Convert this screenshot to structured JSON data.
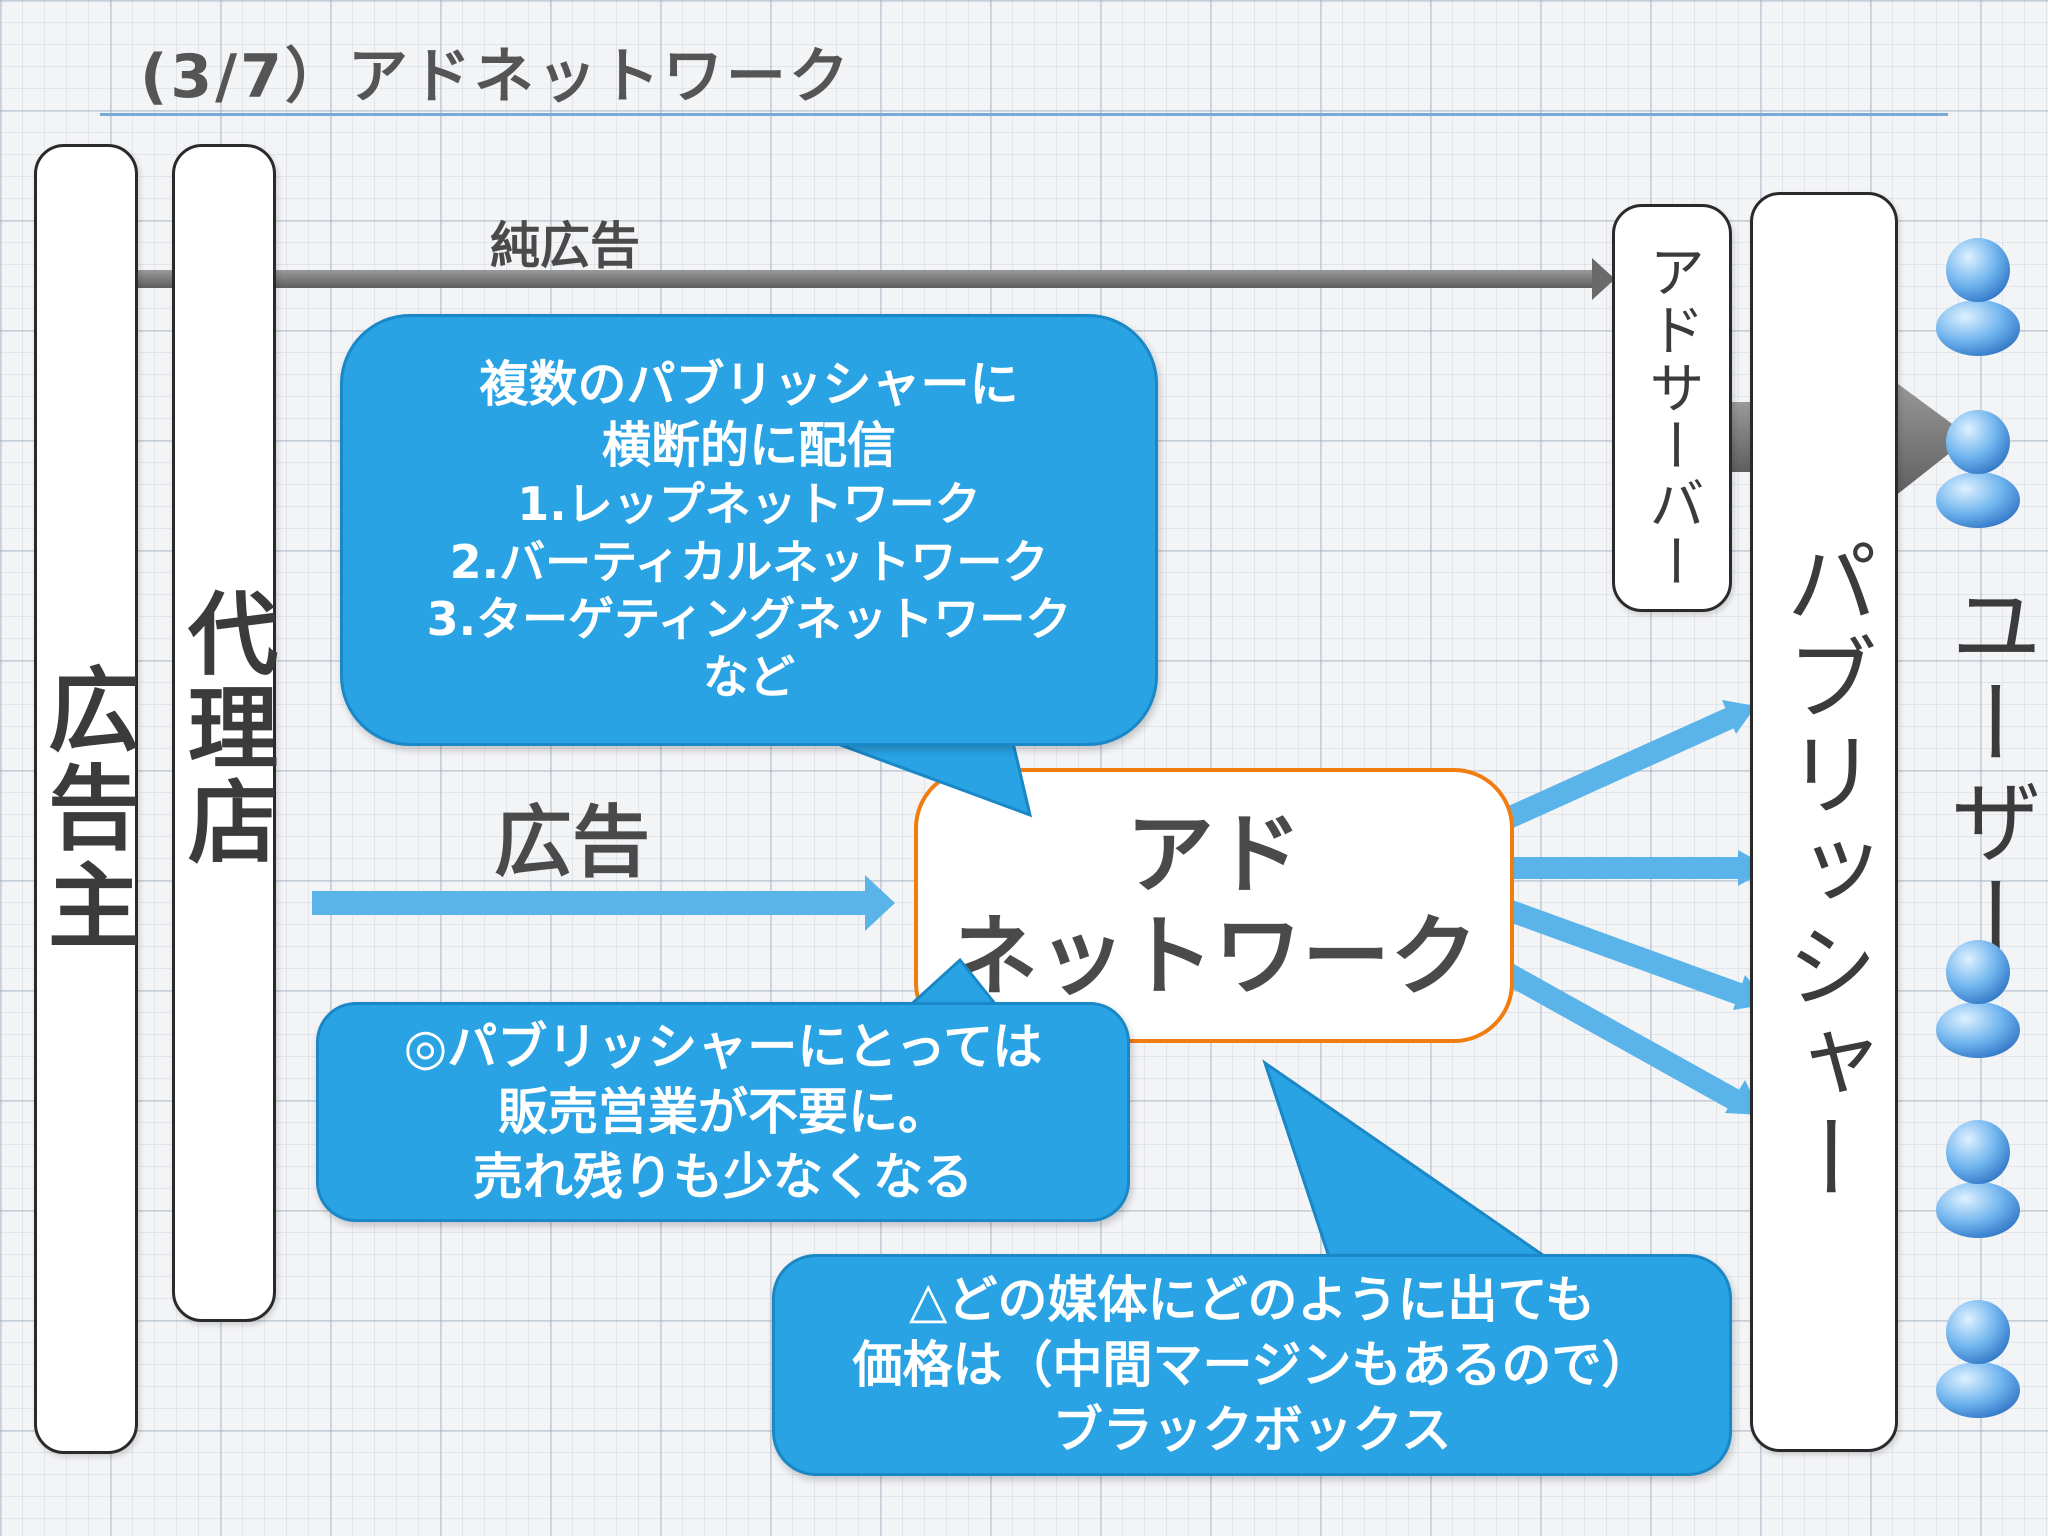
{
  "title": "(3/7）アドネットワーク",
  "columns": {
    "advertiser": "広告主",
    "agency": "代理店",
    "ad_server": "アドサーバー",
    "publisher": "パブリッシャー",
    "users": "ユーザー"
  },
  "labels": {
    "pure_ad": "純広告",
    "ad": "広告"
  },
  "ad_network": {
    "line1": "アド",
    "line2": "ネットワーク"
  },
  "bubbles": {
    "top": [
      "複数のパブリッシャーに",
      "横断的に配信",
      "1.レップネットワーク",
      "2.バーティカルネットワーク",
      "3.ターゲティングネットワーク",
      "など"
    ],
    "left": [
      "◎パブリッシャーにとっては",
      "販売営業が不要に。",
      "売れ残りも少なくなる"
    ],
    "bottom": [
      "△どの媒体にどのように出ても",
      "価格は（中間マージンもあるので）",
      "ブラックボックス"
    ]
  },
  "colors": {
    "bubble": "#29a3e4",
    "ad_network_border": "#f07d10",
    "title_rule": "#7aa8d8",
    "arrow_blue": "#5ab4ea",
    "arrow_gray": "#7a7a7a"
  },
  "icons": [
    "person-icon"
  ]
}
